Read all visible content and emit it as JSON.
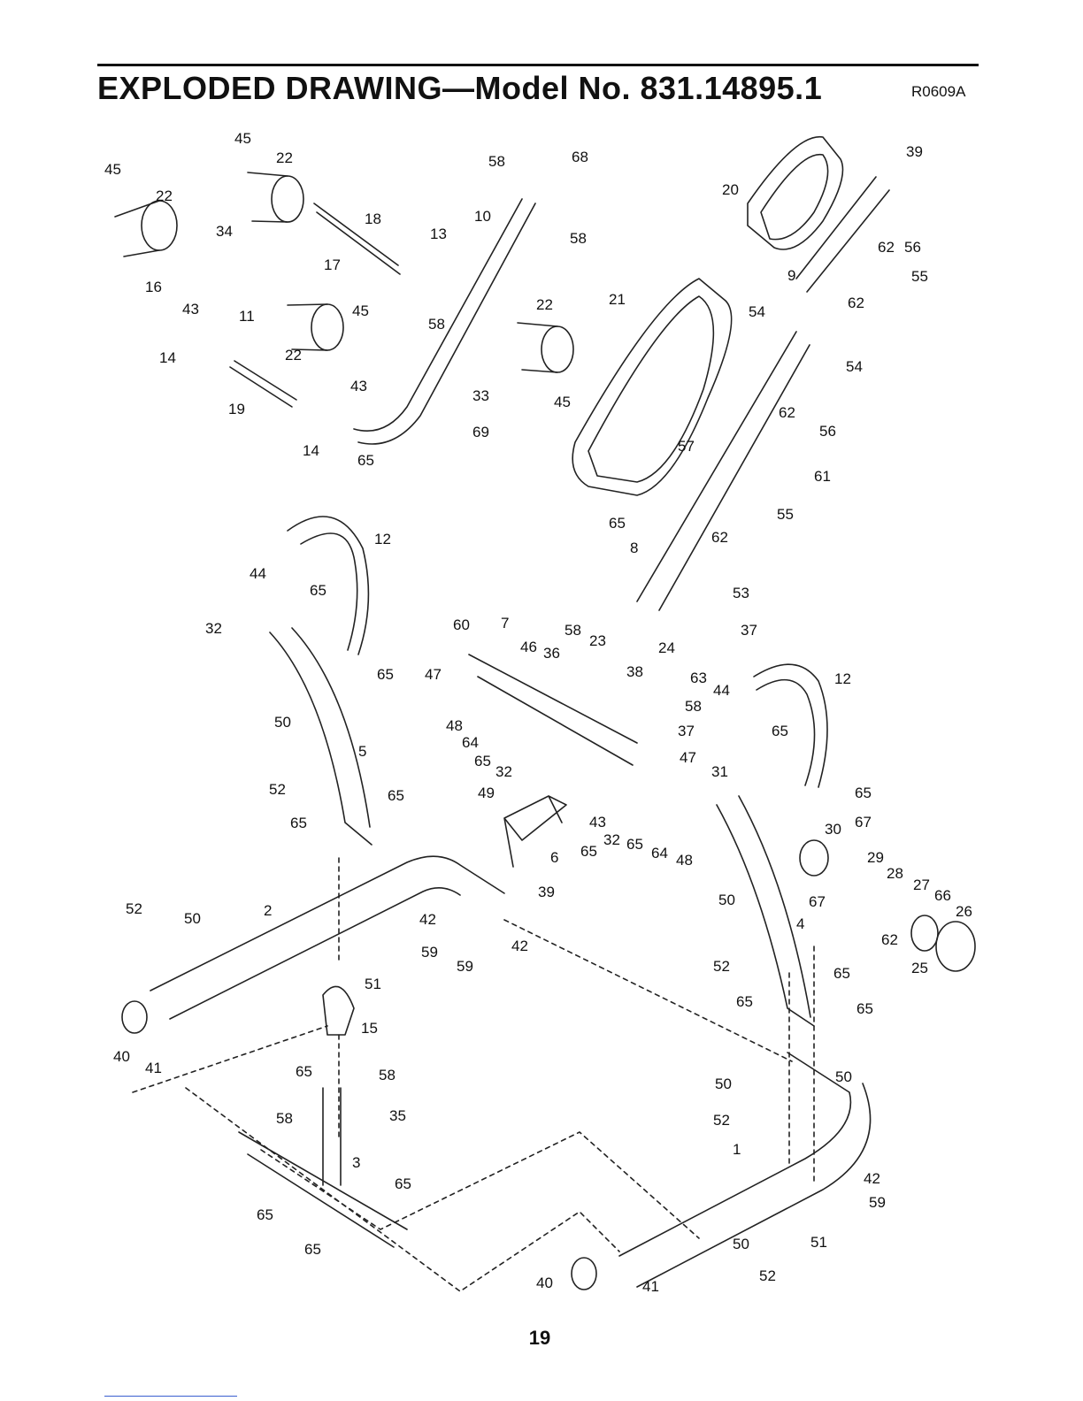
{
  "header": {
    "title": "EXPLODED DRAWING—Model No. 831.14895.1",
    "reference": "R0609A"
  },
  "callouts": [
    "1",
    "2",
    "3",
    "4",
    "5",
    "6",
    "7",
    "8",
    "9",
    "10",
    "11",
    "12",
    "13",
    "14",
    "15",
    "16",
    "17",
    "18",
    "19",
    "20",
    "21",
    "22",
    "23",
    "24",
    "25",
    "26",
    "27",
    "28",
    "29",
    "30",
    "31",
    "32",
    "33",
    "34",
    "35",
    "36",
    "37",
    "38",
    "39",
    "40",
    "41",
    "42",
    "43",
    "44",
    "45",
    "46",
    "47",
    "48",
    "49",
    "50",
    "51",
    "52",
    "53",
    "54",
    "55",
    "56",
    "57",
    "58",
    "59",
    "60",
    "61",
    "62",
    "63",
    "64",
    "65",
    "66",
    "67",
    "68",
    "69"
  ],
  "footer": {
    "page_number": "19"
  }
}
